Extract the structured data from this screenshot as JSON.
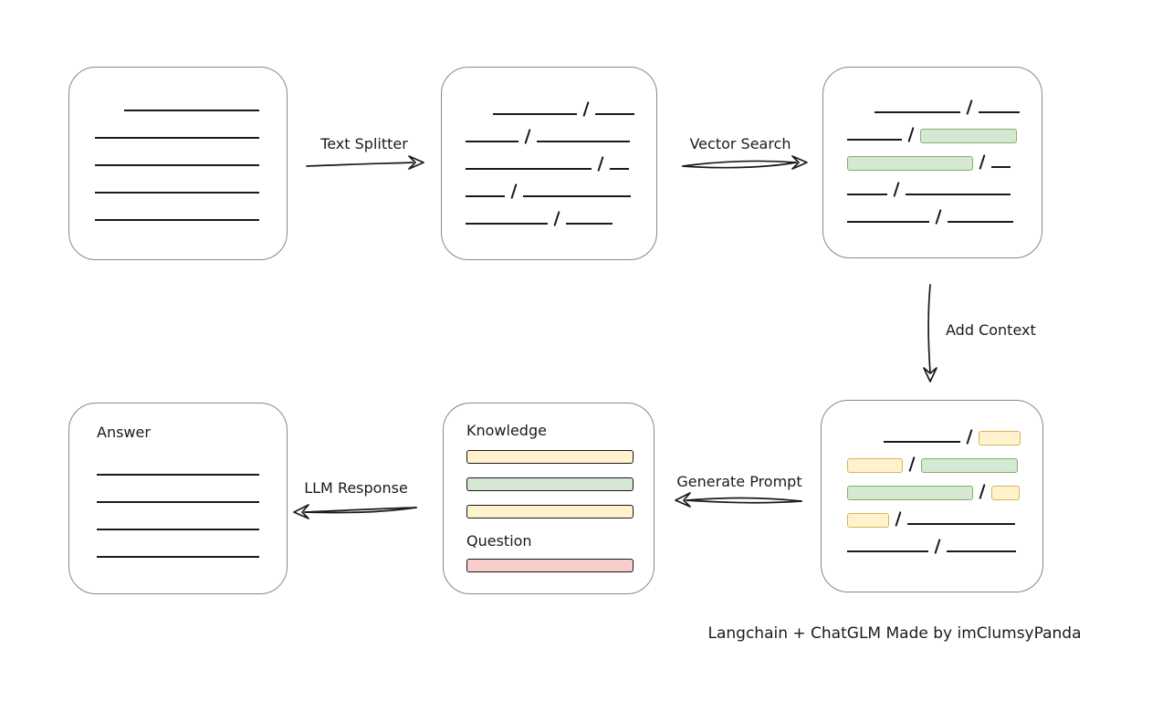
{
  "caption": "Langchain + ChatGLM Made by imClumsyPanda",
  "colors": {
    "green_fill": "#d5e8d4",
    "green_stroke": "#82b366",
    "yellow_fill": "#fff2cc",
    "yellow_stroke": "#d6b656",
    "red_fill": "#f8cecc",
    "red_stroke": "#b85450",
    "box_border": "#888888",
    "ink": "#1a1a1a"
  },
  "arrows": {
    "text_splitter": {
      "label": "Text Splitter",
      "direction": "right"
    },
    "vector_search": {
      "label": "Vector Search",
      "direction": "right"
    },
    "add_context": {
      "label": "Add Context",
      "direction": "down"
    },
    "generate_prompt": {
      "label": "Generate Prompt",
      "direction": "left"
    },
    "llm_response": {
      "label": "LLM Response",
      "direction": "left"
    }
  },
  "boxes": {
    "document": {
      "rows": [
        [
          {
            "t": "line",
            "w": 148,
            "ind": 32
          }
        ],
        [
          {
            "t": "line",
            "w": 180
          }
        ],
        [
          {
            "t": "line",
            "w": 180
          }
        ],
        [
          {
            "t": "line",
            "w": 180
          }
        ],
        [
          {
            "t": "line",
            "w": 180
          }
        ]
      ]
    },
    "split": {
      "rows": [
        [
          {
            "t": "line",
            "w": 97,
            "ind": 30
          },
          {
            "t": "slash"
          },
          {
            "t": "line",
            "w": 45
          }
        ],
        [
          {
            "t": "line",
            "w": 58
          },
          {
            "t": "slash"
          },
          {
            "t": "line",
            "w": 102
          }
        ],
        [
          {
            "t": "line",
            "w": 138
          },
          {
            "t": "slash"
          },
          {
            "t": "line",
            "w": 21
          }
        ],
        [
          {
            "t": "line",
            "w": 43
          },
          {
            "t": "slash"
          },
          {
            "t": "line",
            "w": 118
          }
        ],
        [
          {
            "t": "line",
            "w": 90
          },
          {
            "t": "slash"
          },
          {
            "t": "line",
            "w": 51
          }
        ]
      ]
    },
    "searched": {
      "rows": [
        [
          {
            "t": "line",
            "w": 95,
            "ind": 30
          },
          {
            "t": "slash"
          },
          {
            "t": "line",
            "w": 46
          }
        ],
        [
          {
            "t": "line",
            "w": 60
          },
          {
            "t": "slash"
          },
          {
            "t": "chip",
            "c": "green",
            "w": 106
          }
        ],
        [
          {
            "t": "chip",
            "c": "green",
            "w": 138
          },
          {
            "t": "slash"
          },
          {
            "t": "line",
            "w": 21
          }
        ],
        [
          {
            "t": "line",
            "w": 44
          },
          {
            "t": "slash"
          },
          {
            "t": "line",
            "w": 115
          }
        ],
        [
          {
            "t": "line",
            "w": 90
          },
          {
            "t": "slash"
          },
          {
            "t": "line",
            "w": 72
          }
        ]
      ]
    },
    "context": {
      "rows": [
        [
          {
            "t": "line",
            "w": 95,
            "ind": 40
          },
          {
            "t": "slash"
          },
          {
            "t": "chip",
            "c": "yellow",
            "w": 46
          }
        ],
        [
          {
            "t": "chip",
            "c": "yellow",
            "w": 61
          },
          {
            "t": "slash"
          },
          {
            "t": "chip",
            "c": "green",
            "w": 106
          }
        ],
        [
          {
            "t": "chip",
            "c": "green",
            "w": 138
          },
          {
            "t": "slash"
          },
          {
            "t": "chip",
            "c": "yellow",
            "w": 31
          }
        ],
        [
          {
            "t": "chip",
            "c": "yellow",
            "w": 46
          },
          {
            "t": "slash"
          },
          {
            "t": "line",
            "w": 118
          }
        ],
        [
          {
            "t": "line",
            "w": 89
          },
          {
            "t": "slash"
          },
          {
            "t": "line",
            "w": 76
          }
        ]
      ]
    },
    "prompt": {
      "knowledge_label": "Knowledge",
      "question_label": "Question",
      "knowledge_bars": [
        {
          "color": "yellow"
        },
        {
          "color": "green"
        },
        {
          "color": "yellow"
        }
      ],
      "question_bars": [
        {
          "color": "red"
        }
      ]
    },
    "answer": {
      "label": "Answer",
      "rows": [
        [
          {
            "t": "line",
            "w": 180
          }
        ],
        [
          {
            "t": "line",
            "w": 180
          }
        ],
        [
          {
            "t": "line",
            "w": 180
          }
        ],
        [
          {
            "t": "line",
            "w": 180
          }
        ]
      ]
    }
  }
}
